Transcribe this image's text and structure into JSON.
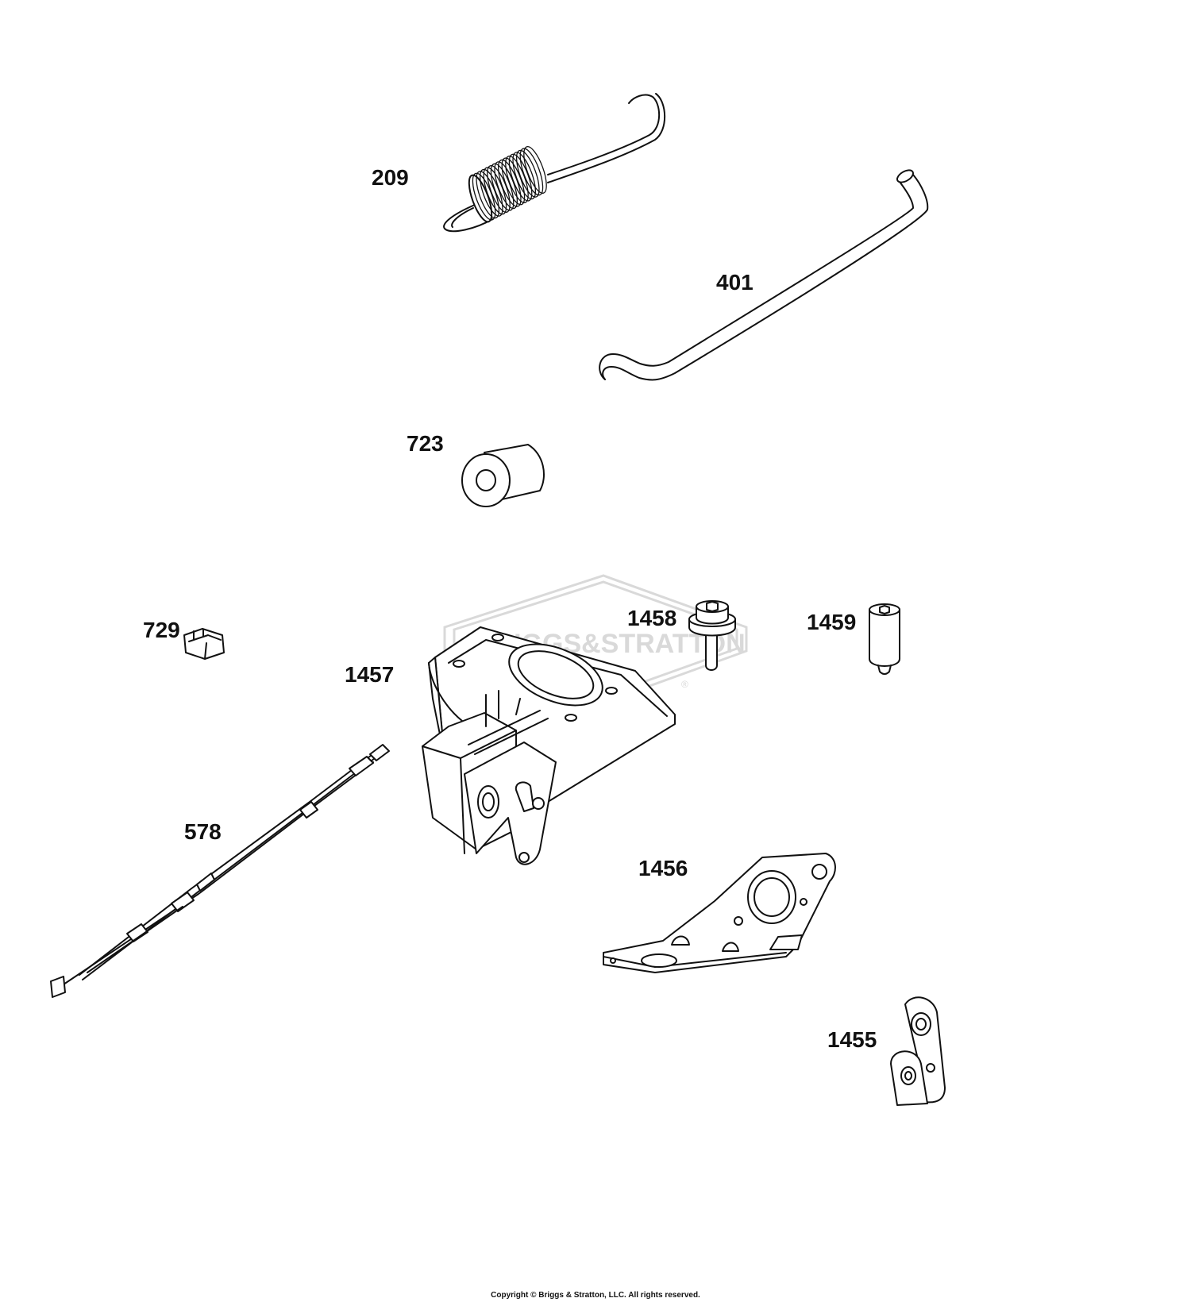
{
  "parts": [
    {
      "id": "209",
      "name": "spring"
    },
    {
      "id": "401",
      "name": "link-rod"
    },
    {
      "id": "723",
      "name": "spacer"
    },
    {
      "id": "729",
      "name": "clip"
    },
    {
      "id": "1457",
      "name": "control-bracket"
    },
    {
      "id": "1458",
      "name": "screw"
    },
    {
      "id": "1459",
      "name": "set-screw"
    },
    {
      "id": "578",
      "name": "wire-harness"
    },
    {
      "id": "1456",
      "name": "plate-bracket"
    },
    {
      "id": "1455",
      "name": "lever-bracket"
    }
  ],
  "watermark": {
    "brand_text": "BRIGGS&STRATTON",
    "registered_mark": "®"
  },
  "footer": {
    "copyright": "Copyright © Briggs & Stratton, LLC. All rights reserved."
  }
}
